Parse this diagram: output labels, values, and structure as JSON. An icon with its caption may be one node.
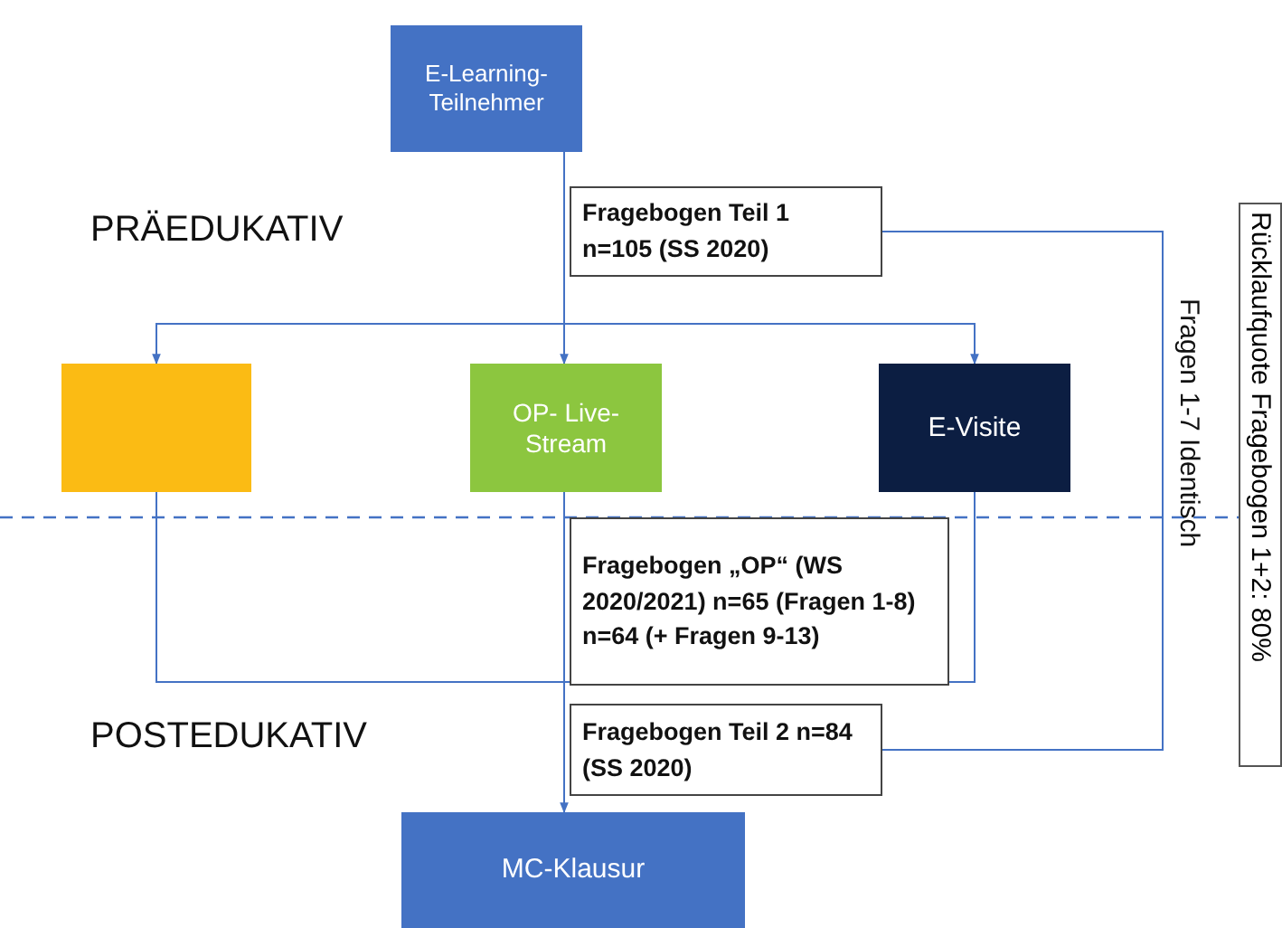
{
  "diagram": {
    "nodes": [
      {
        "text": [
          "E-Learning-Teilnehmer"
        ]
      },
      {
        "text": [
          "Fragebogen Teil 1 n=105 (SS 2020)"
        ]
      },
      {
        "text": [],
        "shape": "box"
      },
      {
        "text": [
          "OP- Live-Stream"
        ]
      },
      {
        "text": [
          "E-Visite"
        ]
      },
      {
        "text": [
          "Fragebogen „OP“ (WS 2020/2021) n=65 (Fragen 1-8) n=64 (+ Fragen 9-13)"
        ]
      },
      {
        "text": [
          "Fragebogen Teil 2 n=84 (SS 2020)"
        ]
      },
      {
        "text": [
          "MC-Klausur"
        ]
      },
      {
        "text": [
          "Rücklaufquote  Fragebogen 1+2: 80%"
        ]
      }
    ],
    "edges": [
      {
        "from": 0,
        "to": 2,
        "arrow": "to"
      },
      {
        "from": 0,
        "to": 3,
        "arrow": "to"
      },
      {
        "from": 0,
        "to": 4,
        "arrow": "to"
      },
      {
        "from": 1,
        "to": 6,
        "arrow": "none",
        "label": "Fragen 1-7 Identisch"
      },
      {
        "from": 2,
        "to": 7,
        "arrow": "none"
      },
      {
        "from": 3,
        "to": 7,
        "arrow": "to"
      },
      {
        "from": 4,
        "to": 7,
        "arrow": "none"
      }
    ],
    "labels": [
      "PRÄEDUKATIV",
      "POSTEDUKATIV"
    ]
  }
}
